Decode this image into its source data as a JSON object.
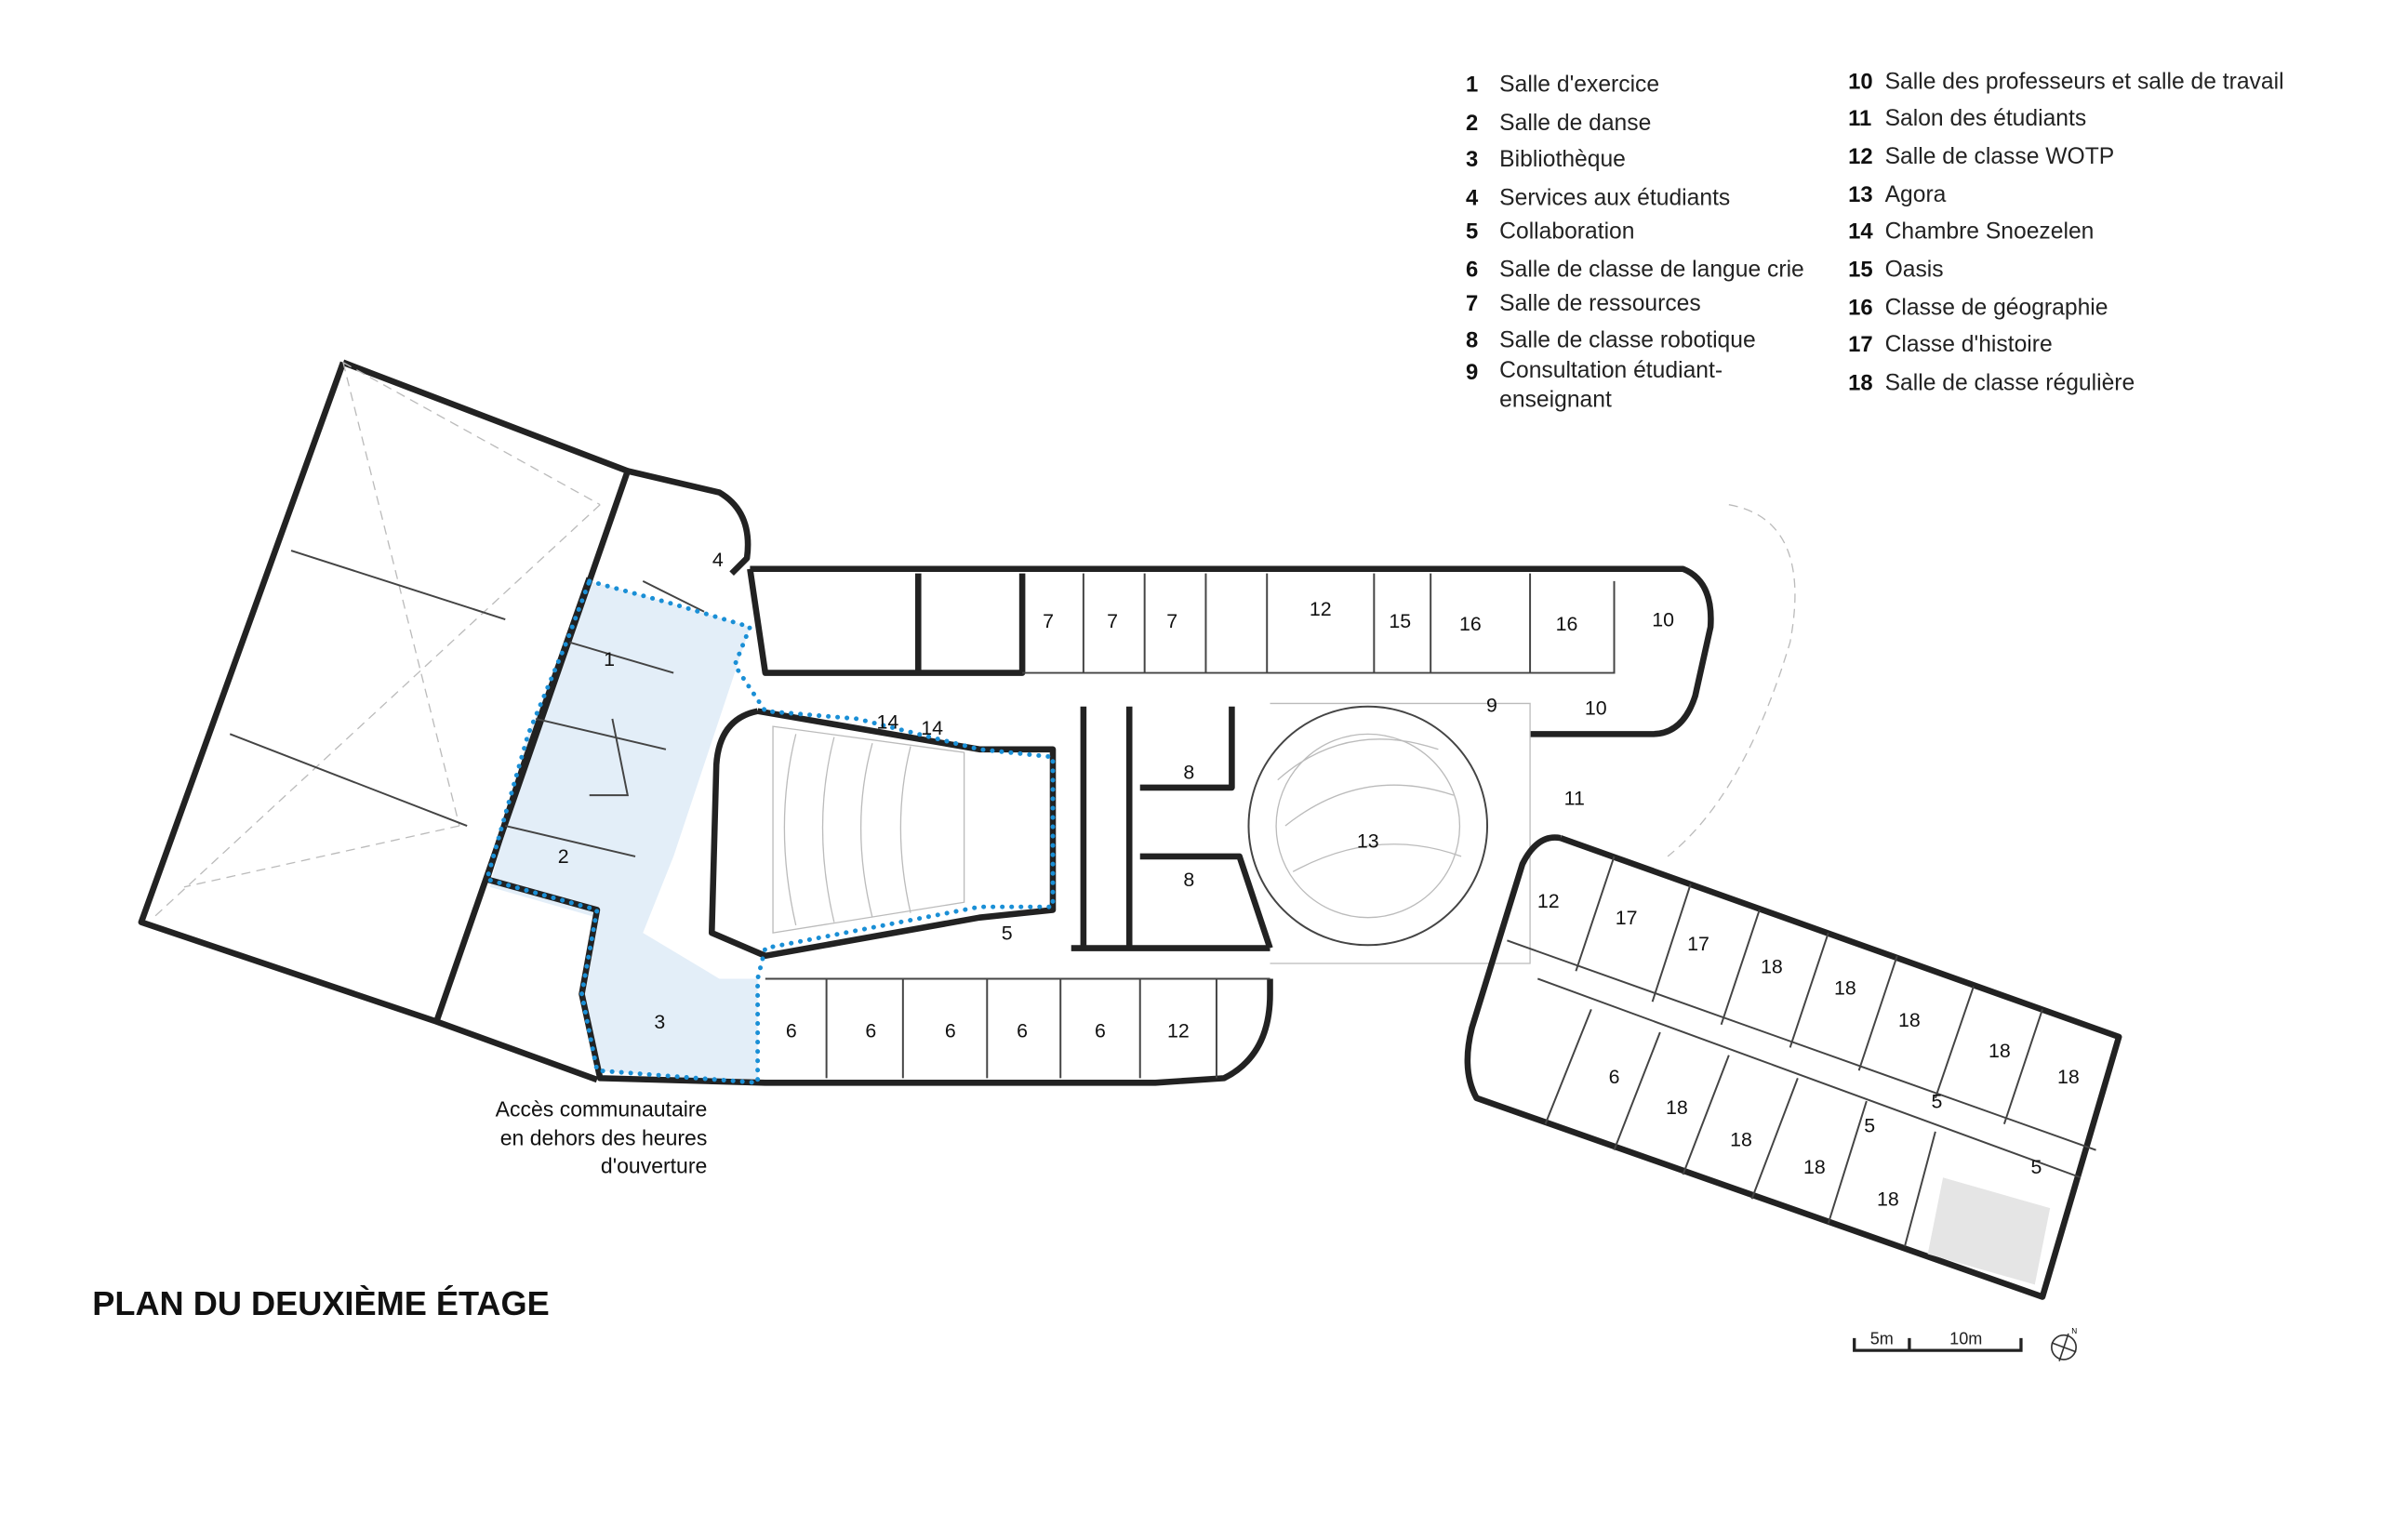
{
  "title": "PLAN DU DEUXIÈME ÉTAGE",
  "legend": [
    {
      "num": "1",
      "label": "Salle d'exercice"
    },
    {
      "num": "2",
      "label": "Salle de danse"
    },
    {
      "num": "3",
      "label": "Bibliothèque"
    },
    {
      "num": "4",
      "label": "Services aux étudiants"
    },
    {
      "num": "5",
      "label": "Collaboration"
    },
    {
      "num": "6",
      "label": "Salle de classe de langue crie"
    },
    {
      "num": "7",
      "label": "Salle de ressources"
    },
    {
      "num": "8",
      "label": "Salle de classe robotique"
    },
    {
      "num": "9",
      "label": "Consultation étudiant-",
      "label2": "enseignant"
    },
    {
      "num": "10",
      "label": "Salle des professeurs et salle de travail"
    },
    {
      "num": "11",
      "label": "Salon des étudiants"
    },
    {
      "num": "12",
      "label": "Salle de classe WOTP"
    },
    {
      "num": "13",
      "label": "Agora"
    },
    {
      "num": "14",
      "label": "Chambre Snoezelen"
    },
    {
      "num": "15",
      "label": "Oasis"
    },
    {
      "num": "16",
      "label": "Classe de géographie"
    },
    {
      "num": "17",
      "label": "Classe d'histoire"
    },
    {
      "num": "18",
      "label": "Salle de classe régulière"
    }
  ],
  "annotation": [
    "Accès communautaire",
    "en dehors des heures",
    "d'ouverture"
  ],
  "scale_bar": {
    "first": "5m",
    "second": "10m"
  },
  "north_label": "N",
  "colors": {
    "community_access": "#1a8fd6",
    "community_fill": "#e3eef8",
    "walls": "#222222"
  },
  "room_labels": [
    "4",
    "1",
    "2",
    "3",
    "14",
    "14",
    "7",
    "7",
    "7",
    "12",
    "15",
    "16",
    "16",
    "10",
    "9",
    "10",
    "11",
    "8",
    "8",
    "13",
    "5",
    "6",
    "6",
    "6",
    "6",
    "6",
    "12",
    "12",
    "17",
    "17",
    "18",
    "18",
    "18",
    "18",
    "18",
    "6",
    "18",
    "18",
    "5",
    "5",
    "18",
    "18",
    "5"
  ]
}
